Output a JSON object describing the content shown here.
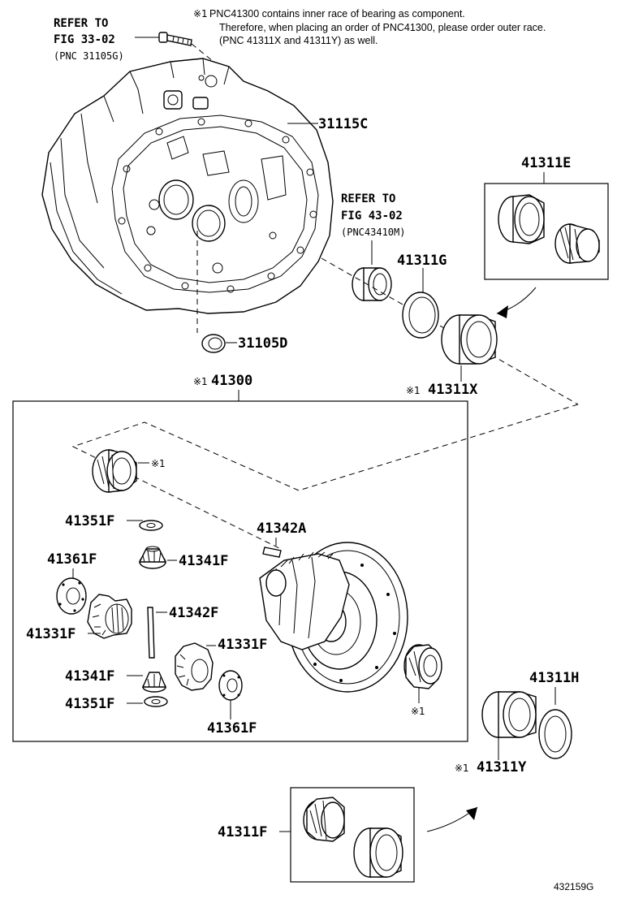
{
  "note": {
    "mark": "※1",
    "line1": "PNC41300 contains inner race of bearing as component.",
    "line2": "Therefore, when placing an order of PNC41300, please order outer race.",
    "line3": "(PNC 41311X and 41311Y) as well."
  },
  "refs": {
    "ref1": {
      "line1": "REFER TO",
      "line2": "FIG 33-02",
      "line3": "(PNC 31105G)"
    },
    "ref2": {
      "line1": "REFER TO",
      "line2": "FIG 43-02",
      "line3": "(PNC43410M)"
    }
  },
  "parts": {
    "p31115C": "31115C",
    "p31105D": "31105D",
    "p41311E": "41311E",
    "p41311G": "41311G",
    "p41311X": "41311X",
    "p41300": "41300",
    "p41351F_top": "41351F",
    "p41342A": "41342A",
    "p41361F_left": "41361F",
    "p41341F_top": "41341F",
    "p41342F": "41342F",
    "p41331F_left": "41331F",
    "p41331F_right": "41331F",
    "p41341F_bottom": "41341F",
    "p41351F_bottom": "41351F",
    "p41361F_bottom": "41361F",
    "p41311H": "41311H",
    "p41311Y": "41311Y",
    "p41311F": "41311F"
  },
  "marks": {
    "m41311X": "※1",
    "m41300": "※1",
    "m_bearing_top": "※1",
    "m_bearing_right": "※1",
    "m41311Y": "※1"
  },
  "illustration_id": "432159G"
}
